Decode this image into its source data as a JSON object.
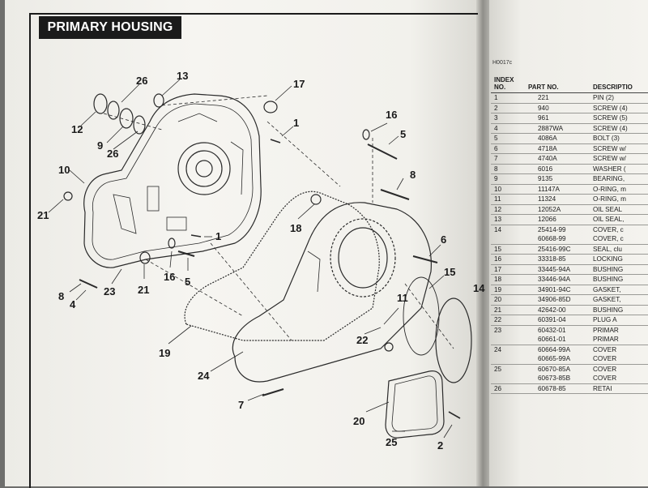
{
  "section": {
    "title": "PRIMARY HOUSING"
  },
  "diagram": {
    "callouts": [
      {
        "id": "c12",
        "label": "12"
      },
      {
        "id": "c26a",
        "label": "26"
      },
      {
        "id": "c13",
        "label": "13"
      },
      {
        "id": "c9",
        "label": "9"
      },
      {
        "id": "c26b",
        "label": "26"
      },
      {
        "id": "c17",
        "label": "17"
      },
      {
        "id": "c1a",
        "label": "1"
      },
      {
        "id": "c16a",
        "label": "16"
      },
      {
        "id": "c5a",
        "label": "5"
      },
      {
        "id": "c10",
        "label": "10"
      },
      {
        "id": "c8a",
        "label": "8"
      },
      {
        "id": "c21a",
        "label": "21"
      },
      {
        "id": "c18",
        "label": "18"
      },
      {
        "id": "c1b",
        "label": "1"
      },
      {
        "id": "c6",
        "label": "6"
      },
      {
        "id": "c15",
        "label": "15"
      },
      {
        "id": "c14",
        "label": "14"
      },
      {
        "id": "c8b",
        "label": "8"
      },
      {
        "id": "c4",
        "label": "4"
      },
      {
        "id": "c23",
        "label": "23"
      },
      {
        "id": "c21b",
        "label": "21"
      },
      {
        "id": "c16b",
        "label": "16"
      },
      {
        "id": "c5b",
        "label": "5"
      },
      {
        "id": "c11",
        "label": "11"
      },
      {
        "id": "c19",
        "label": "19"
      },
      {
        "id": "c22",
        "label": "22"
      },
      {
        "id": "c24",
        "label": "24"
      },
      {
        "id": "c7",
        "label": "7"
      },
      {
        "id": "c20",
        "label": "20"
      },
      {
        "id": "c25",
        "label": "25"
      },
      {
        "id": "c2",
        "label": "2"
      }
    ]
  },
  "parts_table": {
    "ref_code": "H0017c",
    "headers": {
      "index": "INDEX NO.",
      "part": "PART NO.",
      "desc": "DESCRIPTIO"
    },
    "rows": [
      {
        "index": "1",
        "part": "221",
        "desc": "PIN (2)"
      },
      {
        "index": "2",
        "part": "940",
        "desc": "SCREW (4)"
      },
      {
        "index": "3",
        "part": "961",
        "desc": "SCREW (5)"
      },
      {
        "index": "4",
        "part": "2887WA",
        "desc": "SCREW (4)"
      },
      {
        "index": "5",
        "part": "4086A",
        "desc": "BOLT (3)"
      },
      {
        "index": "6",
        "part": "4718A",
        "desc": "SCREW w/"
      },
      {
        "index": "7",
        "part": "4740A",
        "desc": "SCREW w/"
      },
      {
        "index": "8",
        "part": "6016",
        "desc": "WASHER ("
      },
      {
        "index": "9",
        "part": "9135",
        "desc": "BEARING,"
      },
      {
        "index": "10",
        "part": "11147A",
        "desc": "O-RING, m"
      },
      {
        "index": "11",
        "part": "11324",
        "desc": "O-RING, m"
      },
      {
        "index": "12",
        "part": "12052A",
        "desc": "OIL SEAL"
      },
      {
        "index": "13",
        "part": "12066",
        "desc": "OIL SEAL,"
      },
      {
        "index": "14",
        "part": "25414-99",
        "desc": "COVER, c"
      },
      {
        "index": "",
        "part": "60668-99",
        "desc": "COVER, c"
      },
      {
        "index": "15",
        "part": "25416-99C",
        "desc": "SEAL, clu"
      },
      {
        "index": "16",
        "part": "33318-85",
        "desc": "LOCKING"
      },
      {
        "index": "17",
        "part": "33445-94A",
        "desc": "BUSHING"
      },
      {
        "index": "18",
        "part": "33446-94A",
        "desc": "BUSHING"
      },
      {
        "index": "19",
        "part": "34901-94C",
        "desc": "GASKET,"
      },
      {
        "index": "20",
        "part": "34906-85D",
        "desc": "GASKET,"
      },
      {
        "index": "21",
        "part": "42642-00",
        "desc": "BUSHING"
      },
      {
        "index": "22",
        "part": "60391-04",
        "desc": "PLUG A"
      },
      {
        "index": "23",
        "part": "60432-01",
        "desc": "PRIMAR"
      },
      {
        "index": "",
        "part": "60661-01",
        "desc": "PRIMAR"
      },
      {
        "index": "24",
        "part": "60664-99A",
        "desc": "COVER"
      },
      {
        "index": "",
        "part": "60665-99A",
        "desc": "COVER"
      },
      {
        "index": "25",
        "part": "60670-85A",
        "desc": "COVER"
      },
      {
        "index": "",
        "part": "60673-85B",
        "desc": "COVER"
      },
      {
        "index": "26",
        "part": "60678-85",
        "desc": "RETAI"
      }
    ]
  }
}
